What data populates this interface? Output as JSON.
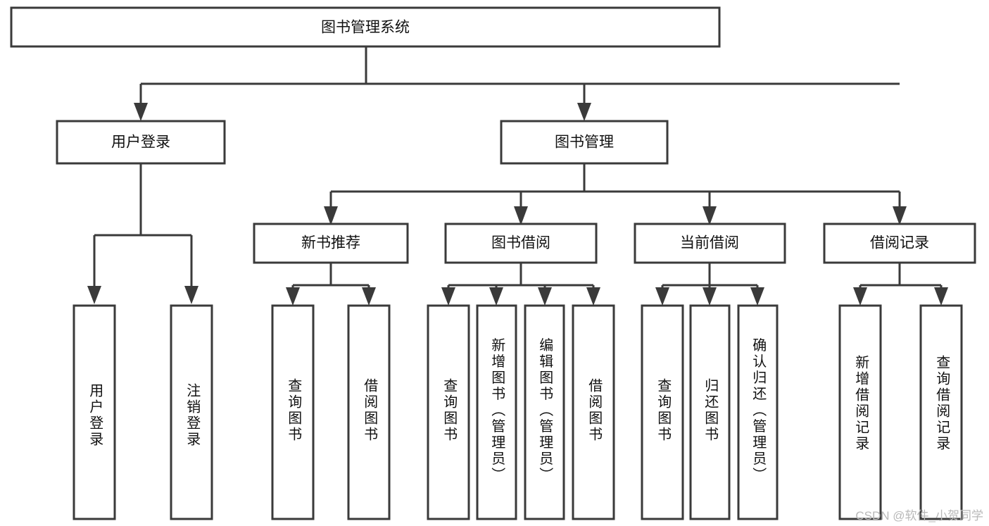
{
  "diagram": {
    "title": "图书管理系统",
    "type": "tree-hierarchy-chart",
    "root": {
      "label": "图书管理系统"
    },
    "level2": [
      {
        "label": "用户登录"
      },
      {
        "label": "图书管理"
      }
    ],
    "level3": [
      {
        "label": "新书推荐"
      },
      {
        "label": "图书借阅"
      },
      {
        "label": "当前借阅"
      },
      {
        "label": "借阅记录"
      }
    ],
    "leaves": {
      "user_login": [
        {
          "label": "用户登录"
        },
        {
          "label": "注销登录"
        }
      ],
      "new_book_recommend": [
        {
          "label": "查询图书"
        },
        {
          "label": "借阅图书"
        }
      ],
      "book_borrow": [
        {
          "label": "查询图书"
        },
        {
          "label": "新增图书（管理员）"
        },
        {
          "label": "编辑图书（管理员）"
        },
        {
          "label": "借阅图书"
        }
      ],
      "current_borrow": [
        {
          "label": "查询图书"
        },
        {
          "label": "归还图书"
        },
        {
          "label": "确认归还（管理员）"
        }
      ],
      "borrow_record": [
        {
          "label": "新增借阅记录"
        },
        {
          "label": "查询借阅记录"
        }
      ]
    }
  },
  "watermark": {
    "text": "CSDN @软件_小贺同学"
  },
  "colors": {
    "stroke": "#3a3a3a",
    "box_fill": "#ffffff",
    "text": "#111111",
    "background": "#ffffff",
    "watermark": "#b9b9b9"
  }
}
